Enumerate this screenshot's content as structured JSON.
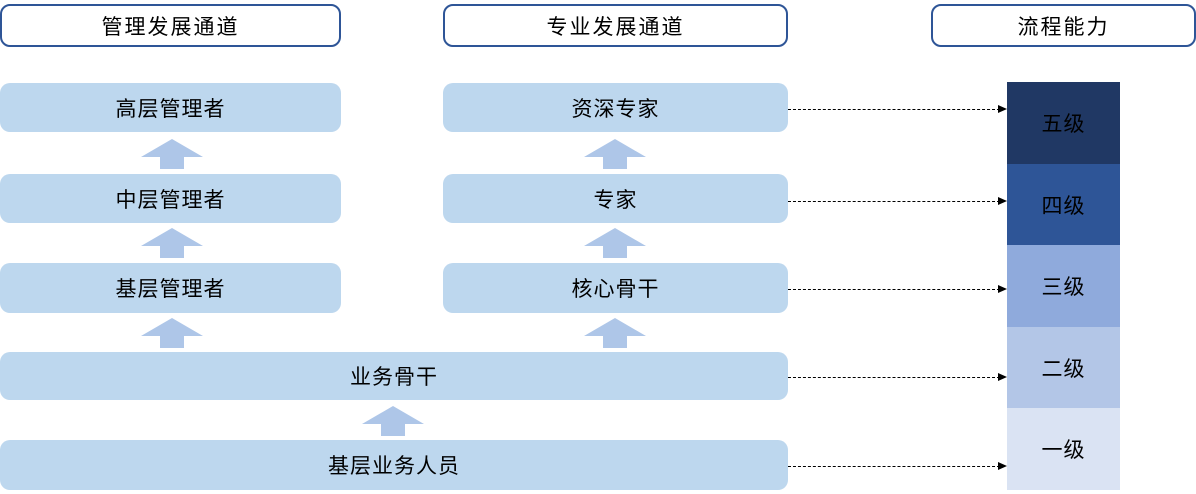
{
  "diagram": {
    "title_semantic": "career development channels diagram",
    "headers": [
      {
        "label": "管理发展通道"
      },
      {
        "label": "专业发展通道"
      },
      {
        "label": "流程能力"
      }
    ],
    "management_channel": {
      "boxes": [
        {
          "label": "高层管理者"
        },
        {
          "label": "中层管理者"
        },
        {
          "label": "基层管理者"
        }
      ]
    },
    "professional_channel": {
      "boxes": [
        {
          "label": "资深专家"
        },
        {
          "label": "专家"
        },
        {
          "label": "核心骨干"
        }
      ]
    },
    "shared_boxes": [
      {
        "label": "业务骨干"
      },
      {
        "label": "基层业务人员"
      }
    ],
    "process_levels": [
      {
        "label": "五级",
        "color": "#203864"
      },
      {
        "label": "四级",
        "color": "#2E5597"
      },
      {
        "label": "三级",
        "color": "#8FAADC"
      },
      {
        "label": "二级",
        "color": "#B3C6E7"
      },
      {
        "label": "一级",
        "color": "#DAE3F3"
      }
    ],
    "colors": {
      "box_fill": "#BDD7EE",
      "arrow_fill": "#AEC6E8",
      "header_border": "#2E5597",
      "connector": "#000000",
      "background": "#FFFFFF"
    }
  }
}
